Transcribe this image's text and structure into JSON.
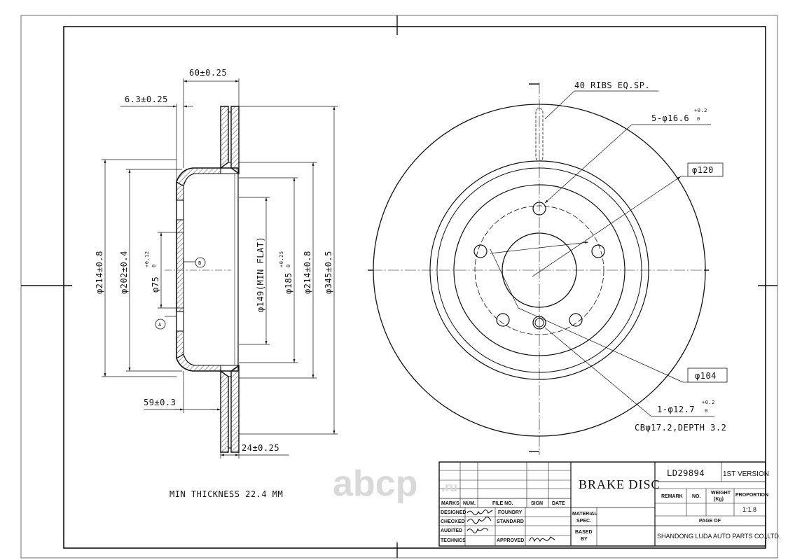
{
  "drawing": {
    "title": "BRAKE DISC",
    "part_number": "LD29894",
    "version": "1ST VERSION",
    "company": "SHANDONG LUDA AUTO PARTS CO.,LTD.",
    "proportion": "1:1.8",
    "min_thickness_note": "MIN THICKNESS 22.4 MM"
  },
  "section_view": {
    "dim_60": "60±0.25",
    "dim_6_3": "6.3±0.25",
    "dim_59": "59±0.3",
    "dim_24": "24±0.25",
    "dia_214_left": "φ214±0.8",
    "dia_202": "φ202±0.4",
    "dia_75": "φ75",
    "dia_75_tol_top": "+0.12",
    "dia_75_tol_bot": "0",
    "dia_149": "φ149(MIN FLAT)",
    "dia_185": "φ185",
    "dia_185_tol_top": "+0.25",
    "dia_185_tol_bot": "0",
    "dia_214_right": "φ214±0.8",
    "dia_345": "φ345±0.5",
    "datum_a": "A",
    "datum_b": "B"
  },
  "front_view": {
    "ribs": "40 RIBS EQ.SP.",
    "holes_5": "5-φ16.6",
    "holes_5_tol_top": "+0.2",
    "holes_5_tol_bot": "0",
    "dia_120": "φ120",
    "dia_104": "φ104",
    "hole_1": "1-φ12.7",
    "hole_1_tol_top": "+0.2",
    "hole_1_tol_bot": "0",
    "counterbore": "CBφ17.2,DEPTH 3.2"
  },
  "title_block": {
    "marks": "MARKS",
    "num": "NUM.",
    "file_no": "FILE NO.",
    "sign": "SIGN",
    "date": "DATE",
    "designed": "DESIGNED",
    "checked": "CHECKED",
    "audited": "AUDITED",
    "technics": "TECHNICS",
    "foundry": "FOUNDRY",
    "standard": "STANDARD",
    "approved": "APPROVED",
    "material_spec_1": "MATERIAL",
    "material_spec_2": "SPEC.",
    "based_by_1": "BASED",
    "based_by_2": "BY",
    "remark": "REMARK",
    "no": "NO.",
    "weight_1": "WEIGHT",
    "weight_2": "(Kg)",
    "proportion_label": "PROPORTION",
    "page_of": "PAGE   OF"
  },
  "watermark": {
    "text": "abcp",
    "suffix": ".ru"
  }
}
